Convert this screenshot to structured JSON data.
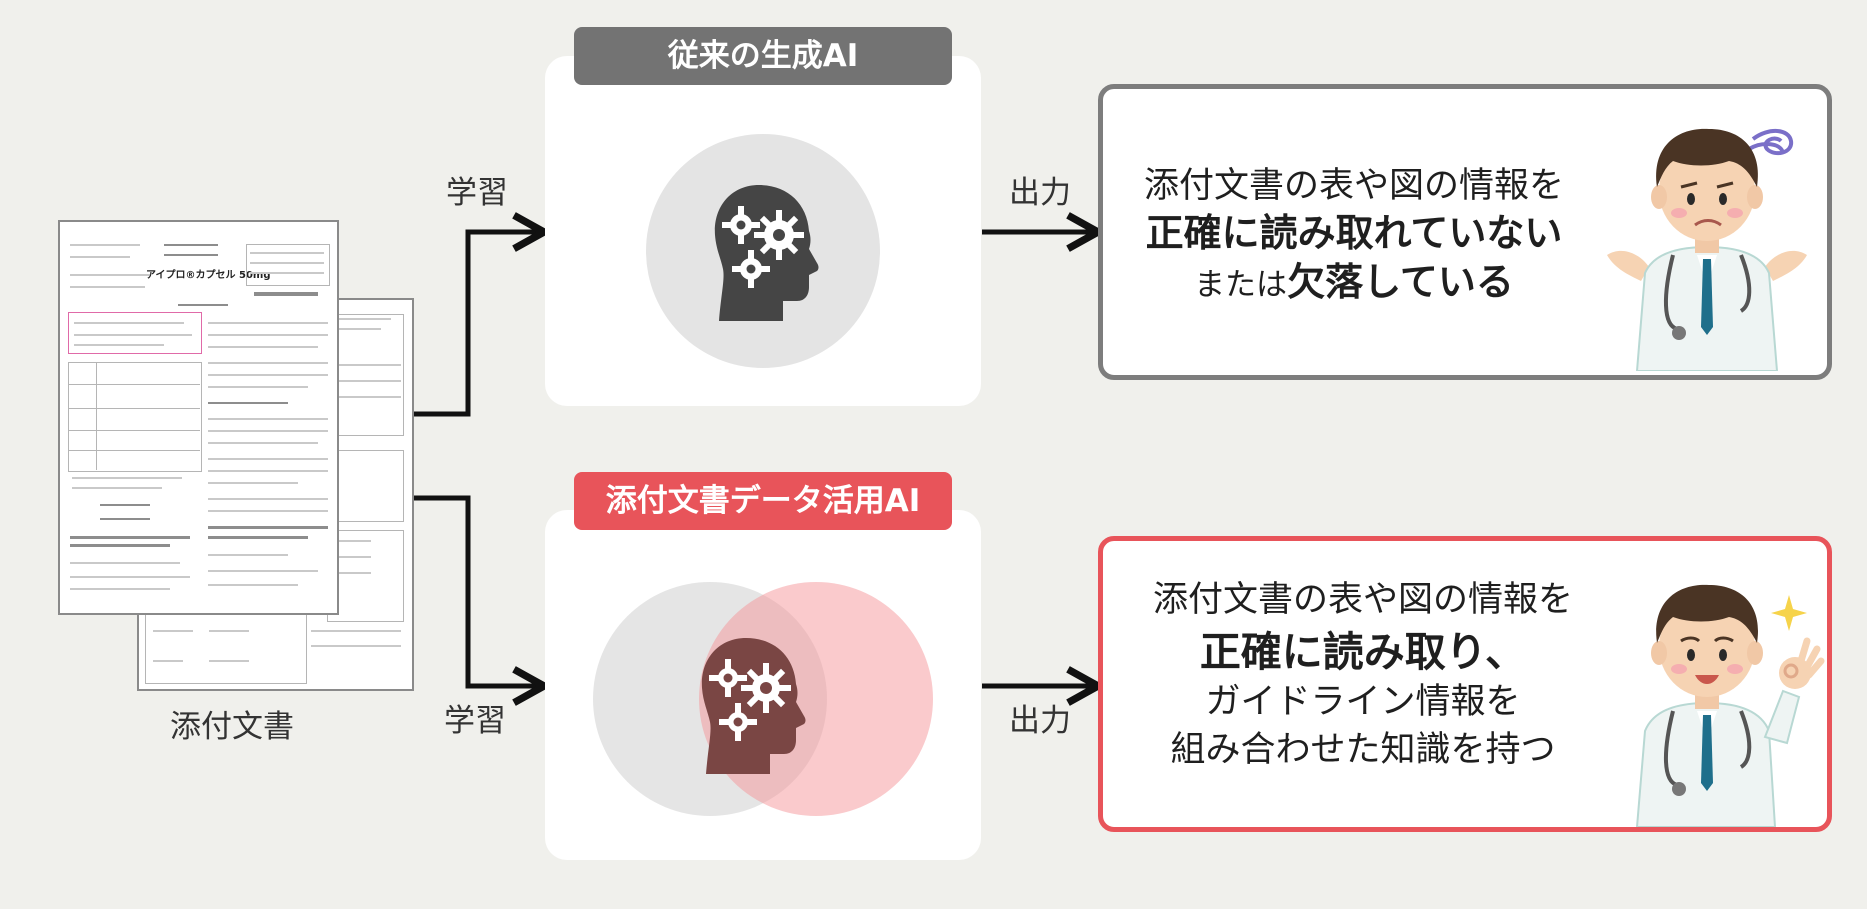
{
  "document_caption": "添付文書",
  "doc_title": "アイプロ®カプセル 50mg",
  "arrows": {
    "learn_top": "学習",
    "learn_bottom": "学習",
    "output_top": "出力",
    "output_bottom": "出力"
  },
  "panels": {
    "conventional": {
      "title": "従来の生成AI",
      "color": "#737373"
    },
    "document_ai": {
      "title": "添付文書データ活用AI",
      "color": "#e8545a"
    }
  },
  "results": {
    "top": {
      "line1": "添付文書の表や図の情報を",
      "line2": "正確に読み取れていない",
      "line3_pre": "または",
      "line3_bold": "欠落している"
    },
    "bottom": {
      "line1": "添付文書の表や図の情報を",
      "line2": "正確に読み取り、",
      "line3": "ガイドライン情報を",
      "line4": "組み合わせた知識を持つ"
    }
  },
  "colors": {
    "accent_red": "#e8545a",
    "gray": "#737373",
    "head_dark": "#454545",
    "head_brown": "#7a4644",
    "circle_gray": "#e4e4e4",
    "circle_pink": "#f7b9bb"
  },
  "icons": [
    "head-gears-icon",
    "doctor-confused-icon",
    "doctor-ok-icon",
    "sparkle-icon",
    "confusion-swirl-icon"
  ]
}
